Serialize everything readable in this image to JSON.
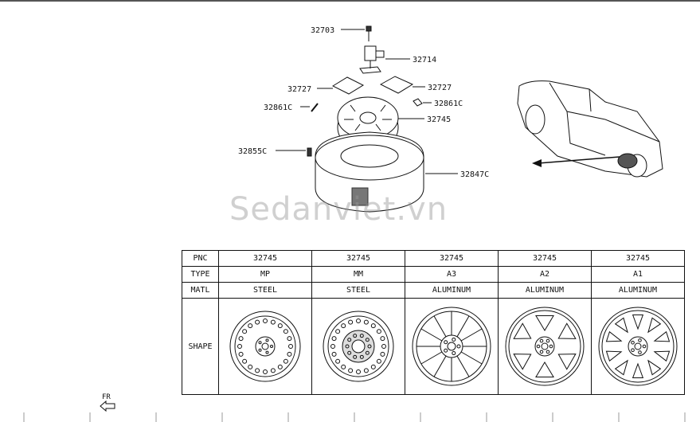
{
  "watermark": "Sedanviet.vn",
  "callouts": {
    "c1": "32703",
    "c2": "32714",
    "c3": "32727",
    "c4": "32727",
    "c5": "32861C",
    "c6": "32861C",
    "c7": "32745",
    "c8": "32855C",
    "c9": "32847C"
  },
  "table": {
    "headers": {
      "pnc": "PNC",
      "type": "TYPE",
      "matl": "MATL",
      "shape": "SHAPE"
    },
    "columns": [
      {
        "pnc": "32745",
        "type": "MP",
        "matl": "STEEL",
        "shape": "steel-wheel-solid"
      },
      {
        "pnc": "32745",
        "type": "MM",
        "matl": "STEEL",
        "shape": "steel-wheel-studded"
      },
      {
        "pnc": "32745",
        "type": "A3",
        "matl": "ALUMINUM",
        "shape": "alloy-wheel-12-spoke"
      },
      {
        "pnc": "32745",
        "type": "A2",
        "matl": "ALUMINUM",
        "shape": "alloy-wheel-6-window"
      },
      {
        "pnc": "32745",
        "type": "A1",
        "matl": "ALUMINUM",
        "shape": "alloy-wheel-10-window"
      }
    ]
  },
  "direction_label": "FR"
}
